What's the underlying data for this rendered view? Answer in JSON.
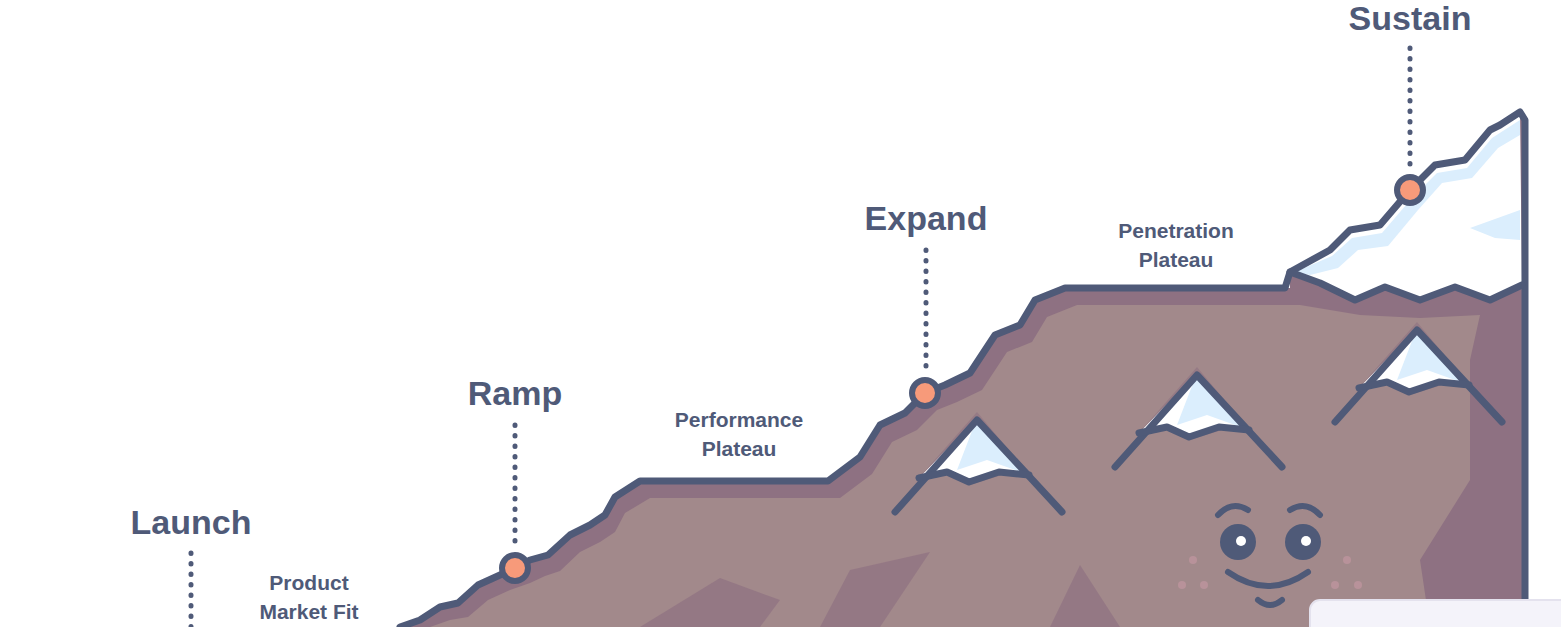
{
  "diagram": {
    "labels": [
      "Sustain",
      "Expand",
      "Penetration Plateau",
      "Ramp",
      "Performance Plateau",
      "Launch",
      "Product Market Fit"
    ]
  }
}
